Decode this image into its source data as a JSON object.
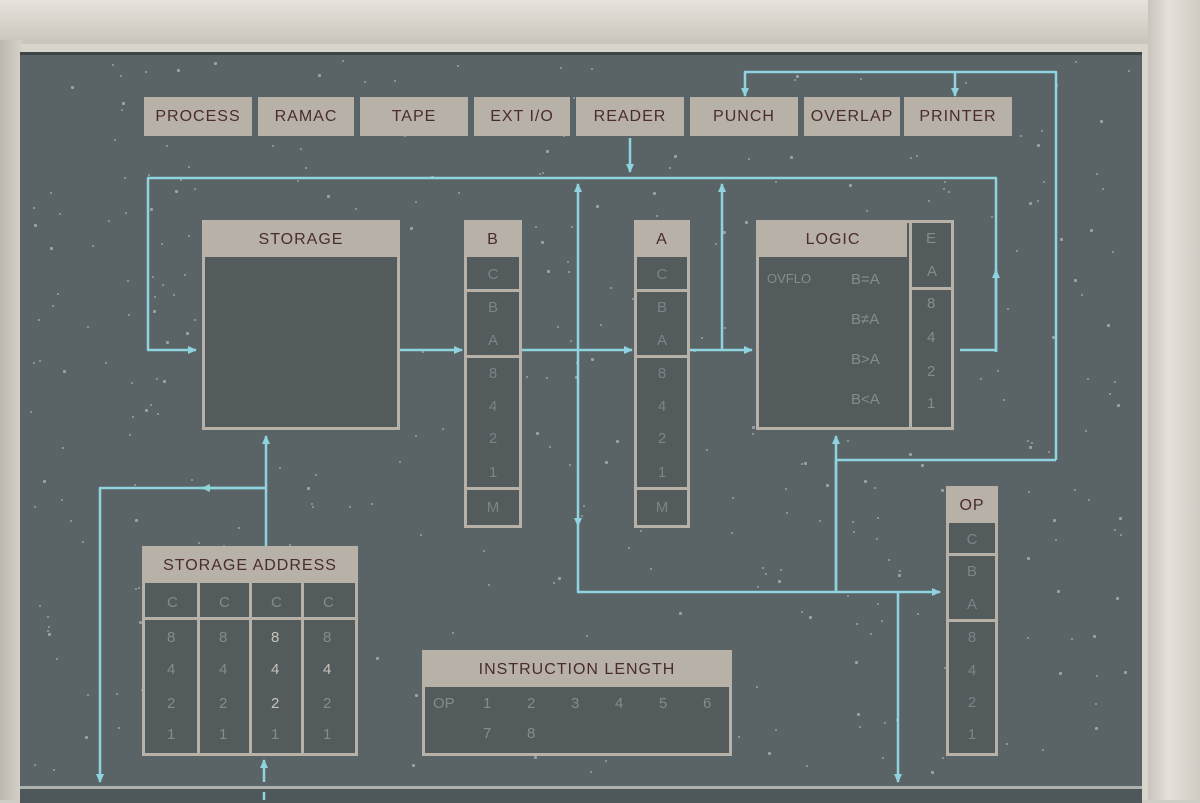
{
  "colors": {
    "panel": "#5a6466",
    "wire": "#8ed3df",
    "label_bg": "#b7b1a8",
    "label_text": "#4a2c2c"
  },
  "top_labels": [
    "PROCESS",
    "RAMAC",
    "TAPE",
    "EXT I/O",
    "READER",
    "PUNCH",
    "OVERLAP",
    "PRINTER"
  ],
  "storage": {
    "title": "STORAGE"
  },
  "reg_b": {
    "title": "B",
    "bits": [
      "C",
      "B",
      "A",
      "8",
      "4",
      "2",
      "1",
      "M"
    ]
  },
  "reg_a": {
    "title": "A",
    "bits": [
      "C",
      "B",
      "A",
      "8",
      "4",
      "2",
      "1",
      "M"
    ]
  },
  "logic": {
    "title": "LOGIC",
    "side_title": "E",
    "ovflo": "OVFLO",
    "conditions": [
      "B=A",
      "B≠A",
      "B>A",
      "B<A"
    ],
    "side_bits": [
      "A",
      "8",
      "4",
      "2",
      "1"
    ]
  },
  "op": {
    "title": "OP",
    "bits": [
      "C",
      "B",
      "A",
      "8",
      "4",
      "2",
      "1"
    ]
  },
  "storage_address": {
    "title": "STORAGE ADDRESS",
    "rows": [
      [
        "C",
        "C",
        "C",
        "C"
      ],
      [
        "8",
        "8",
        "8",
        "8"
      ],
      [
        "4",
        "4",
        "4",
        "4"
      ],
      [
        "2",
        "2",
        "2",
        "2"
      ],
      [
        "1",
        "1",
        "1",
        "1"
      ]
    ]
  },
  "instruction_length": {
    "title": "INSTRUCTION LENGTH",
    "row1": [
      "OP",
      "1",
      "2",
      "3",
      "4",
      "5",
      "6"
    ],
    "row2": [
      "7",
      "8"
    ]
  }
}
